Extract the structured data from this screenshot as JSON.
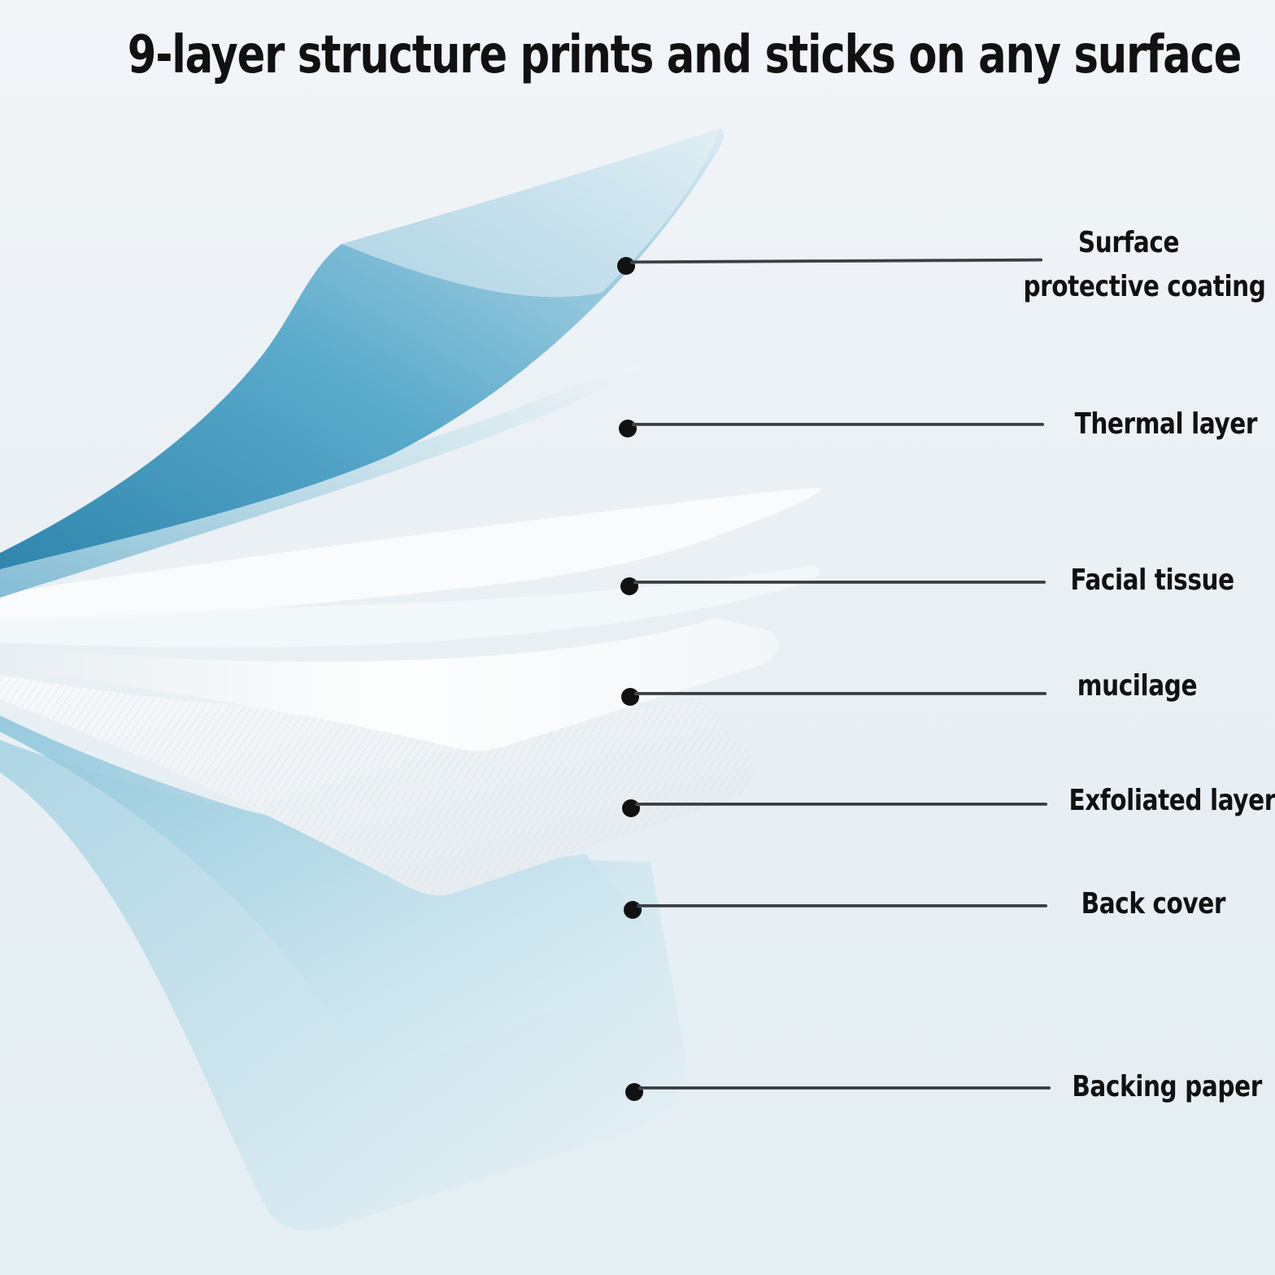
{
  "headline": "9-layer structure prints and sticks on any surface",
  "palette": {
    "background": "#eaf0f4",
    "blue_layer": "#5aaacb",
    "light_blue_layer": "#b9dbe8",
    "white_layer": "#fbfcfd",
    "text": "#111111",
    "leader_line": "#3a3f45"
  },
  "layers": [
    {
      "label_lines": [
        "Surface",
        "protective coating"
      ]
    },
    {
      "label_lines": [
        "Thermal layer"
      ]
    },
    {
      "label_lines": [
        "Facial tissue"
      ]
    },
    {
      "label_lines": [
        "mucilage"
      ]
    },
    {
      "label_lines": [
        "Exfoliated layer"
      ]
    },
    {
      "label_lines": [
        "Back cover"
      ]
    },
    {
      "label_lines": [
        "Backing paper"
      ]
    }
  ]
}
